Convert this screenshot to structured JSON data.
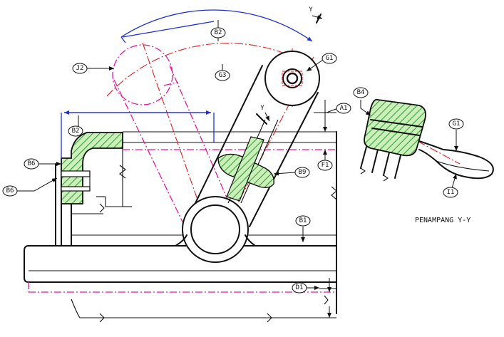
{
  "diagram": {
    "caption": "PENAMPANG Y-Y",
    "labels": {
      "b2_arc": "B2",
      "j2": "J2",
      "g3": "G3",
      "g1_top": "G1",
      "b4": "B4",
      "a1": "A1",
      "b2_left": "B2",
      "f1": "F1",
      "b6_upper": "B6",
      "b6_lower": "B6",
      "b9": "B9",
      "g1_right": "G1",
      "i1": "I1",
      "b1": "B1",
      "d1": "D1"
    },
    "section_marks": {
      "top": "Y",
      "arm": "Y"
    },
    "colors": {
      "outline": "#111111",
      "phantom": "#e8179a",
      "centerline": "#e0201e",
      "dimension": "#1f2fd6",
      "hatch_fill": "#c8f0b8",
      "hatch_line": "#1a7a1a"
    }
  }
}
